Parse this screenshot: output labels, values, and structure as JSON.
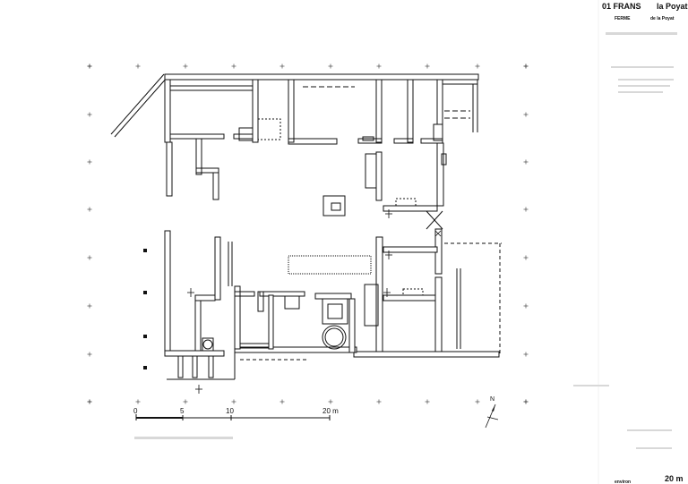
{
  "header": {
    "title_left": "01 FRANS",
    "title_right": "la Poyat",
    "subtitle_left": "FERME",
    "subtitle_right": "de la Poyat"
  },
  "scale_bar": {
    "ticks": [
      "0",
      "5",
      "10",
      "20 m"
    ]
  },
  "north_label": "N",
  "footer": {
    "note": "environ",
    "scale_text": "20 m"
  }
}
